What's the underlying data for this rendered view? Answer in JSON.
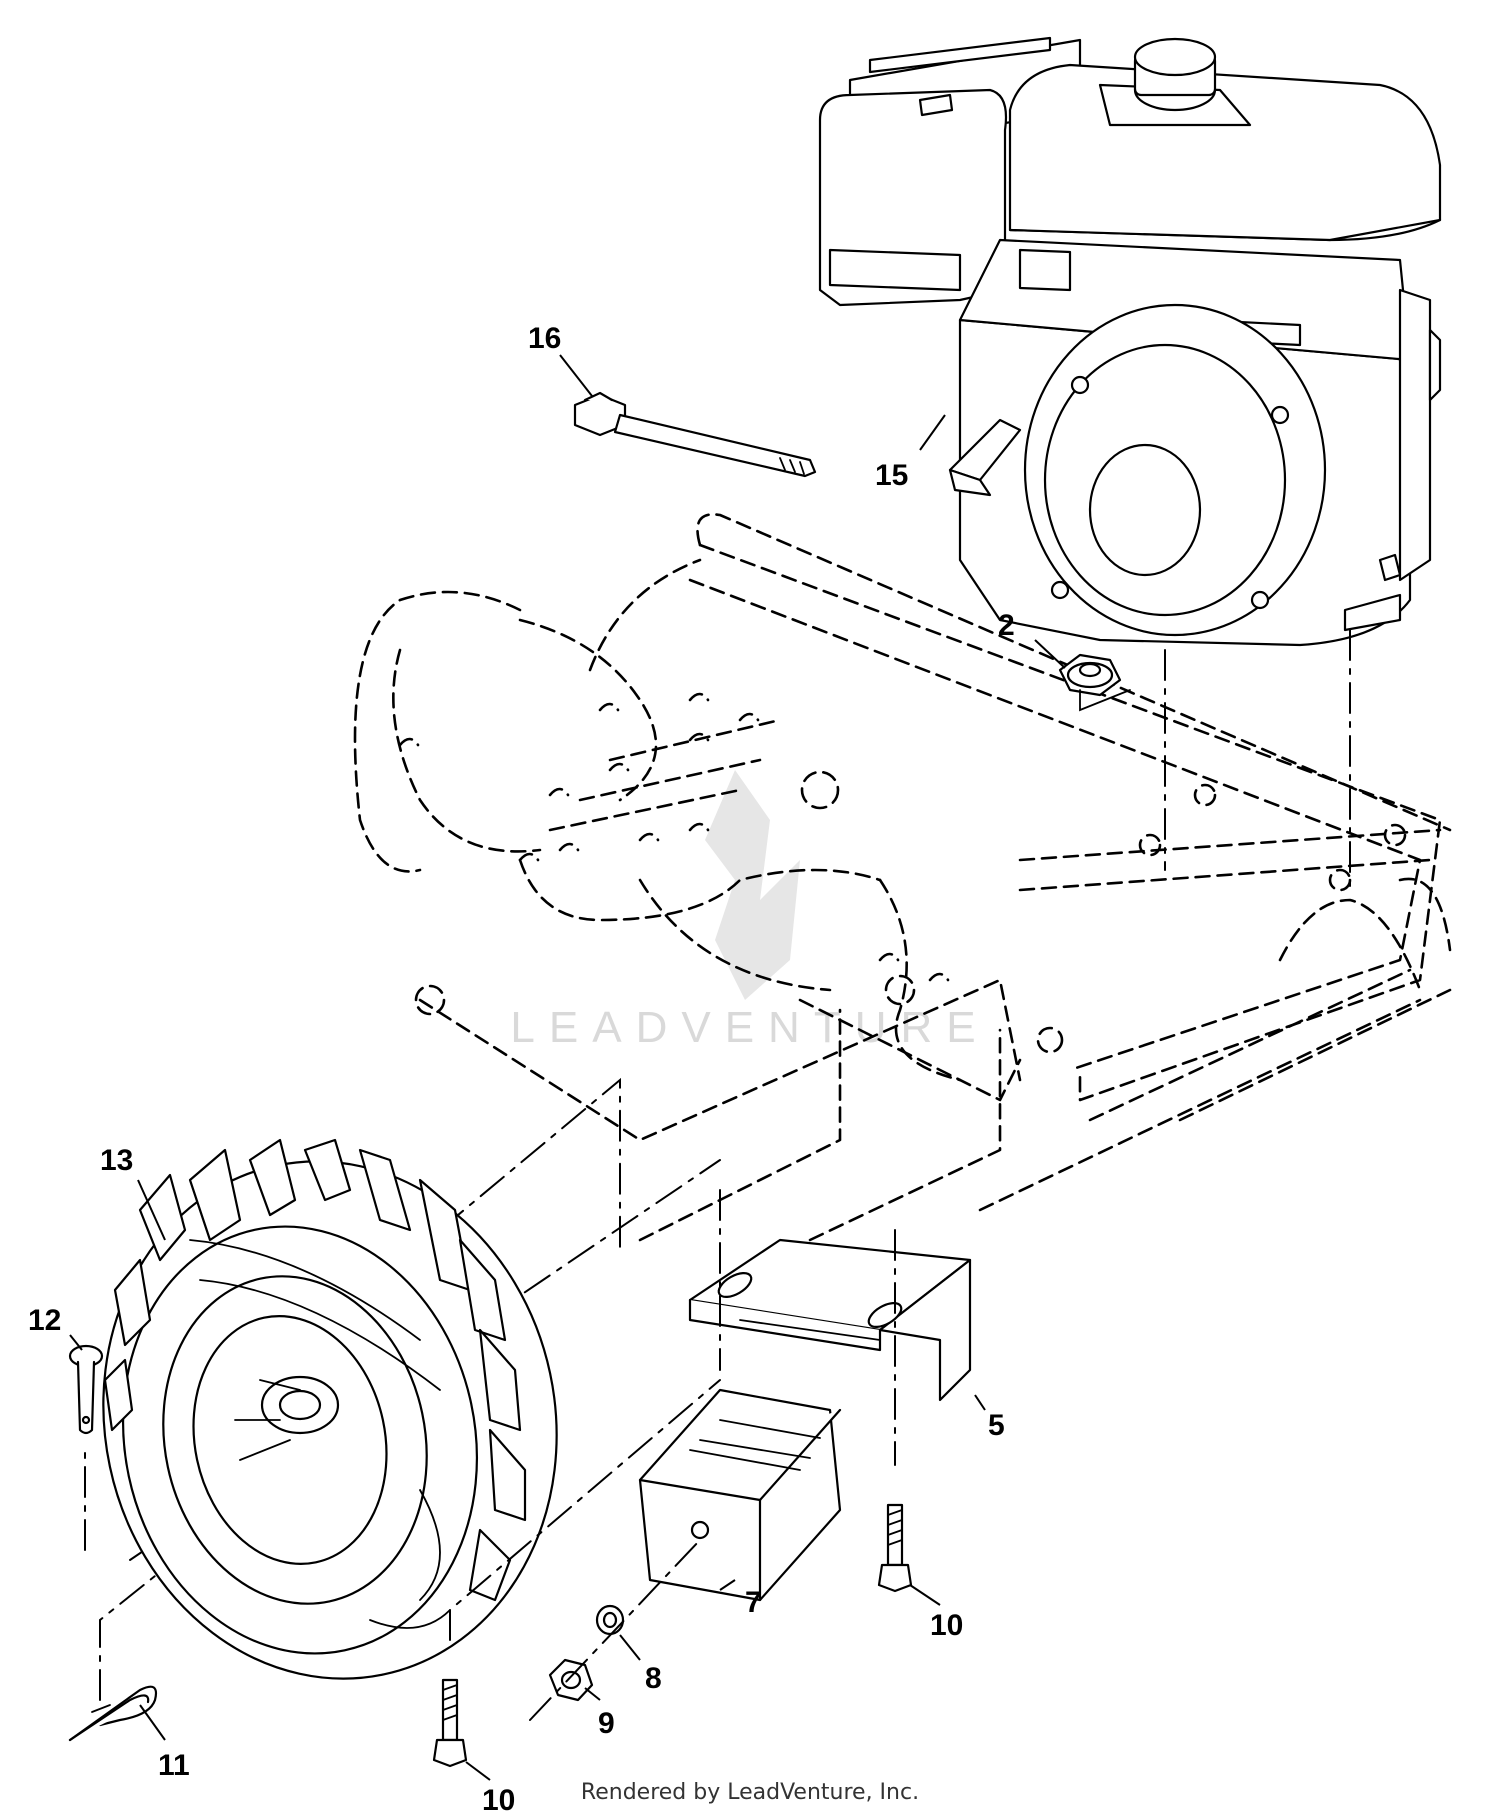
{
  "callouts": {
    "c2": "2",
    "c5": "5",
    "c7": "7",
    "c8": "8",
    "c9": "9",
    "c10a": "10",
    "c10b": "10",
    "c11": "11",
    "c12": "12",
    "c13": "13",
    "c15": "15",
    "c16": "16"
  },
  "watermark": {
    "text": "LEADVENTURE"
  },
  "footer": {
    "credit": "Rendered by LeadVenture, Inc."
  }
}
